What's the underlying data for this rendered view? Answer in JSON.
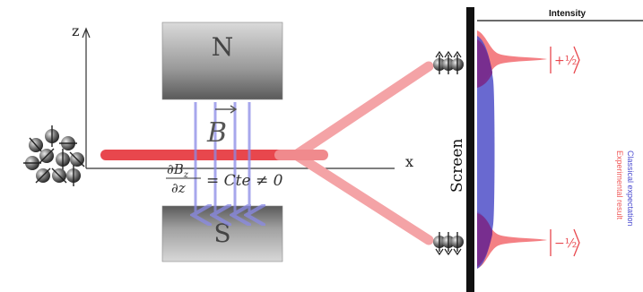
{
  "axes": {
    "z_label": "z",
    "x_label": "x"
  },
  "magnets": {
    "north_label": "N",
    "south_label": "S"
  },
  "field": {
    "vector_label": "B",
    "gradient_numerator": "∂B",
    "gradient_numerator_sub": "z",
    "gradient_denominator": "∂z",
    "gradient_condition": "= Cte ≠ 0"
  },
  "screen": {
    "label": "Screen"
  },
  "plot": {
    "intensity_label": "Intensity"
  },
  "states": {
    "upper_label": "+½",
    "lower_label": "−½"
  },
  "legend": [
    {
      "label": "Classical expectation",
      "color": "#4a4ad0"
    },
    {
      "label": "Experimental result",
      "color": "#f05a5a"
    }
  ],
  "colors": {
    "beam": "#e8474d",
    "beam_light": "#f4a3a6",
    "field_lines": "#8a8ae6",
    "classical": "#4f4fc8",
    "experimental": "#f26a6e"
  }
}
